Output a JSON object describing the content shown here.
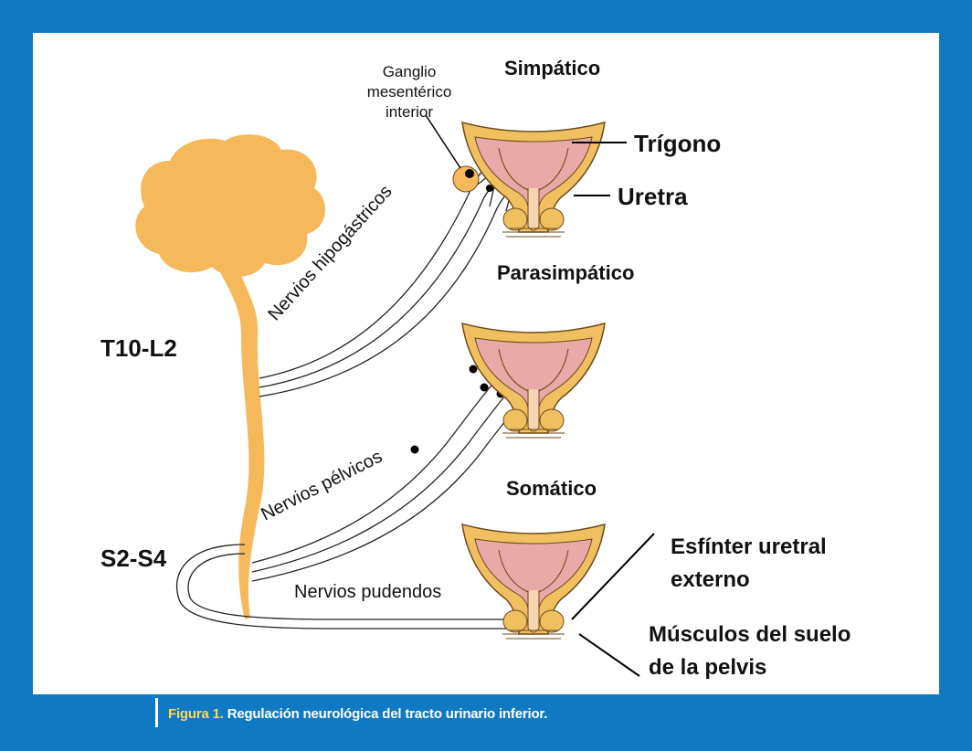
{
  "colors": {
    "frame": "#0f7ac3",
    "nerve_tissue": "#f5b85a",
    "organ_outer": "#f0c060",
    "organ_inner": "#e9a9a9",
    "caption_accent": "#ffd75a"
  },
  "labels": {
    "ganglio": [
      "Ganglio",
      "mesentérico",
      "interior"
    ],
    "simpatico": "Simpático",
    "trigono": "Trígono",
    "uretra": "Uretra",
    "nervios_hipogastricos": "Nervios hipogástricos",
    "parasimpatico": "Parasimpático",
    "t10_l2": "T10-L2",
    "nervios_pelvicos": "Nervios pélvicos",
    "somatico": "Somático",
    "s2_s4": "S2-S4",
    "esfinter": [
      "Esfínter uretral",
      "externo"
    ],
    "nervios_pudendos": "Nervios pudendos",
    "musculos": [
      "Músculos del suelo",
      "de la pelvis"
    ]
  },
  "caption": {
    "figure": "Figura 1.",
    "text": "Regulación neurológica del tracto urinario inferior."
  }
}
